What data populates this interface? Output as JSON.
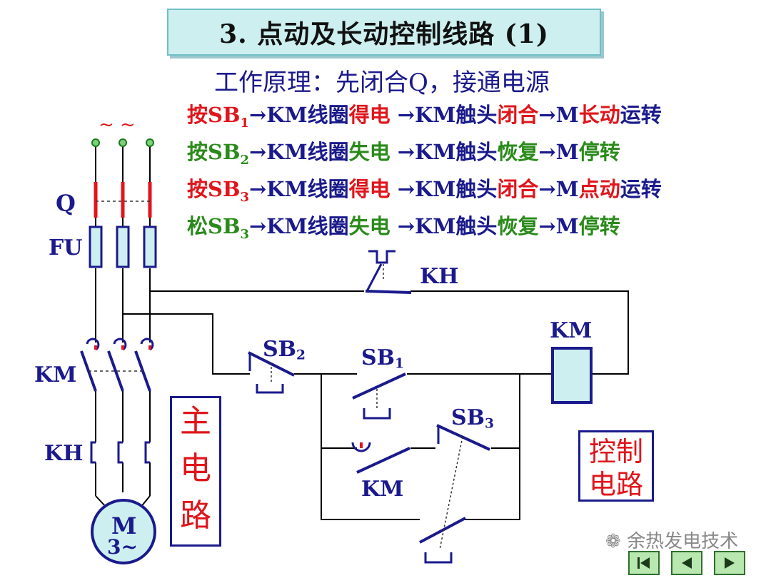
{
  "title": "3. 点动及长动控制线路 (1)",
  "principle": "工作原理：先闭合Q，接通电源",
  "steps": [
    {
      "a": "按SB",
      "sub": "1",
      "b": "→KM线圈",
      "c": "得电",
      "d": " →KM触头",
      "e": "闭合",
      "f": "→M",
      "g": "长动",
      "h": "运转",
      "color": "red"
    },
    {
      "a": "按SB",
      "sub": "2",
      "b": "→KM线圈",
      "c": "失电",
      "d": " →KM触头",
      "e": "恢复",
      "f": "→M",
      "g": "停转",
      "h": "",
      "color": "green"
    },
    {
      "a": "按SB",
      "sub": "3",
      "b": "→KM线圈",
      "c": "得电",
      "d": " →KM触头",
      "e": "闭合",
      "f": "→M",
      "g": "点动",
      "h": "运转",
      "color": "red"
    },
    {
      "a": "松SB",
      "sub": "3",
      "b": "→KM线圈",
      "c": "失电",
      "d": " →KM触头",
      "e": "恢复",
      "f": "→M",
      "g": "停转",
      "h": "",
      "color": "green"
    }
  ],
  "labels": {
    "q": "Q",
    "fu": "FU",
    "km_main": "KM",
    "kh_main": "KH",
    "motor_m": "M",
    "motor_phase": "3~",
    "kh_ctrl": "KH",
    "km_coil": "KM",
    "sb2": "SB",
    "sb2_sub": "2",
    "sb1": "SB",
    "sb1_sub": "1",
    "sb3": "SB",
    "sb3_sub": "3",
    "km_aux": "KM",
    "ac_symbol": "~ ~"
  },
  "main_circuit_label": [
    "主",
    "电",
    "路"
  ],
  "control_circuit_label": [
    "控制",
    "电路"
  ],
  "watermark": "余热发电技术",
  "nav_buttons": [
    "first",
    "prev",
    "next"
  ],
  "colors": {
    "wire": "#000000",
    "blue": "#1a1a8c",
    "red": "#e0151b",
    "green": "#2a8a1a",
    "title_bg": "#cdeff0"
  }
}
